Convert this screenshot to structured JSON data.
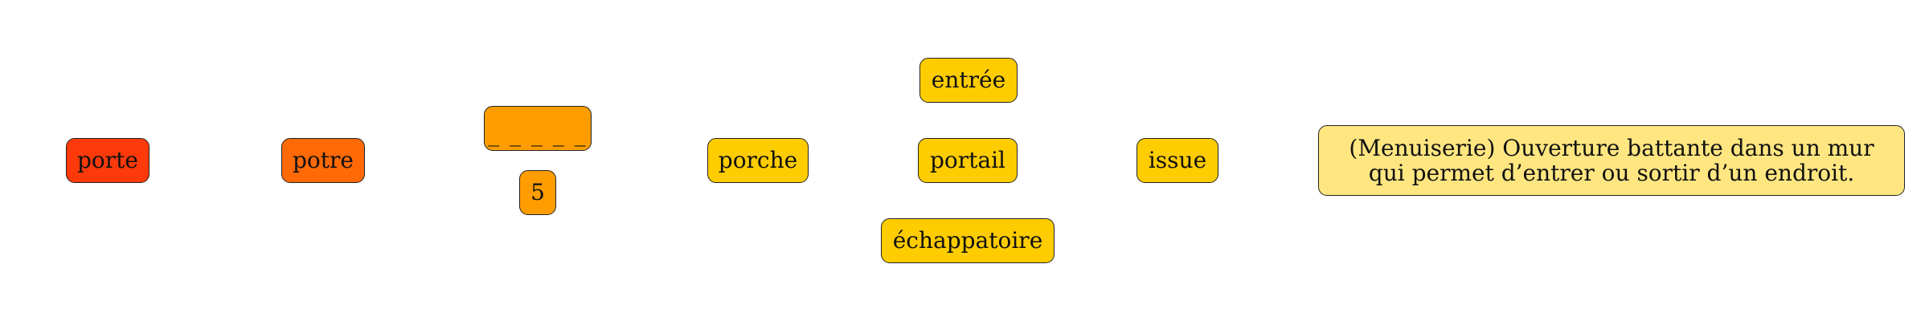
{
  "nodes": {
    "porte": {
      "label": "porte",
      "color": "#ff3a0a"
    },
    "potre": {
      "label": "potre",
      "color": "#ff6a06"
    },
    "blank": {
      "label": "_ _ _ _ _",
      "color": "#ff9d00"
    },
    "count": {
      "label": "5",
      "color": "#ff9d00"
    },
    "porche": {
      "label": "porche",
      "color": "#ffcc00"
    },
    "entree": {
      "label": "entrée",
      "color": "#ffcc00"
    },
    "portail": {
      "label": "portail",
      "color": "#ffcc00"
    },
    "echappatoire": {
      "label": "échappatoire",
      "color": "#ffcc00"
    },
    "issue": {
      "label": "issue",
      "color": "#ffcc00"
    },
    "definition": {
      "label": "(Menuiserie) Ouverture battante dans un mur qui permet d’entrer ou sortir d’un endroit.",
      "color": "#ffe680"
    }
  }
}
